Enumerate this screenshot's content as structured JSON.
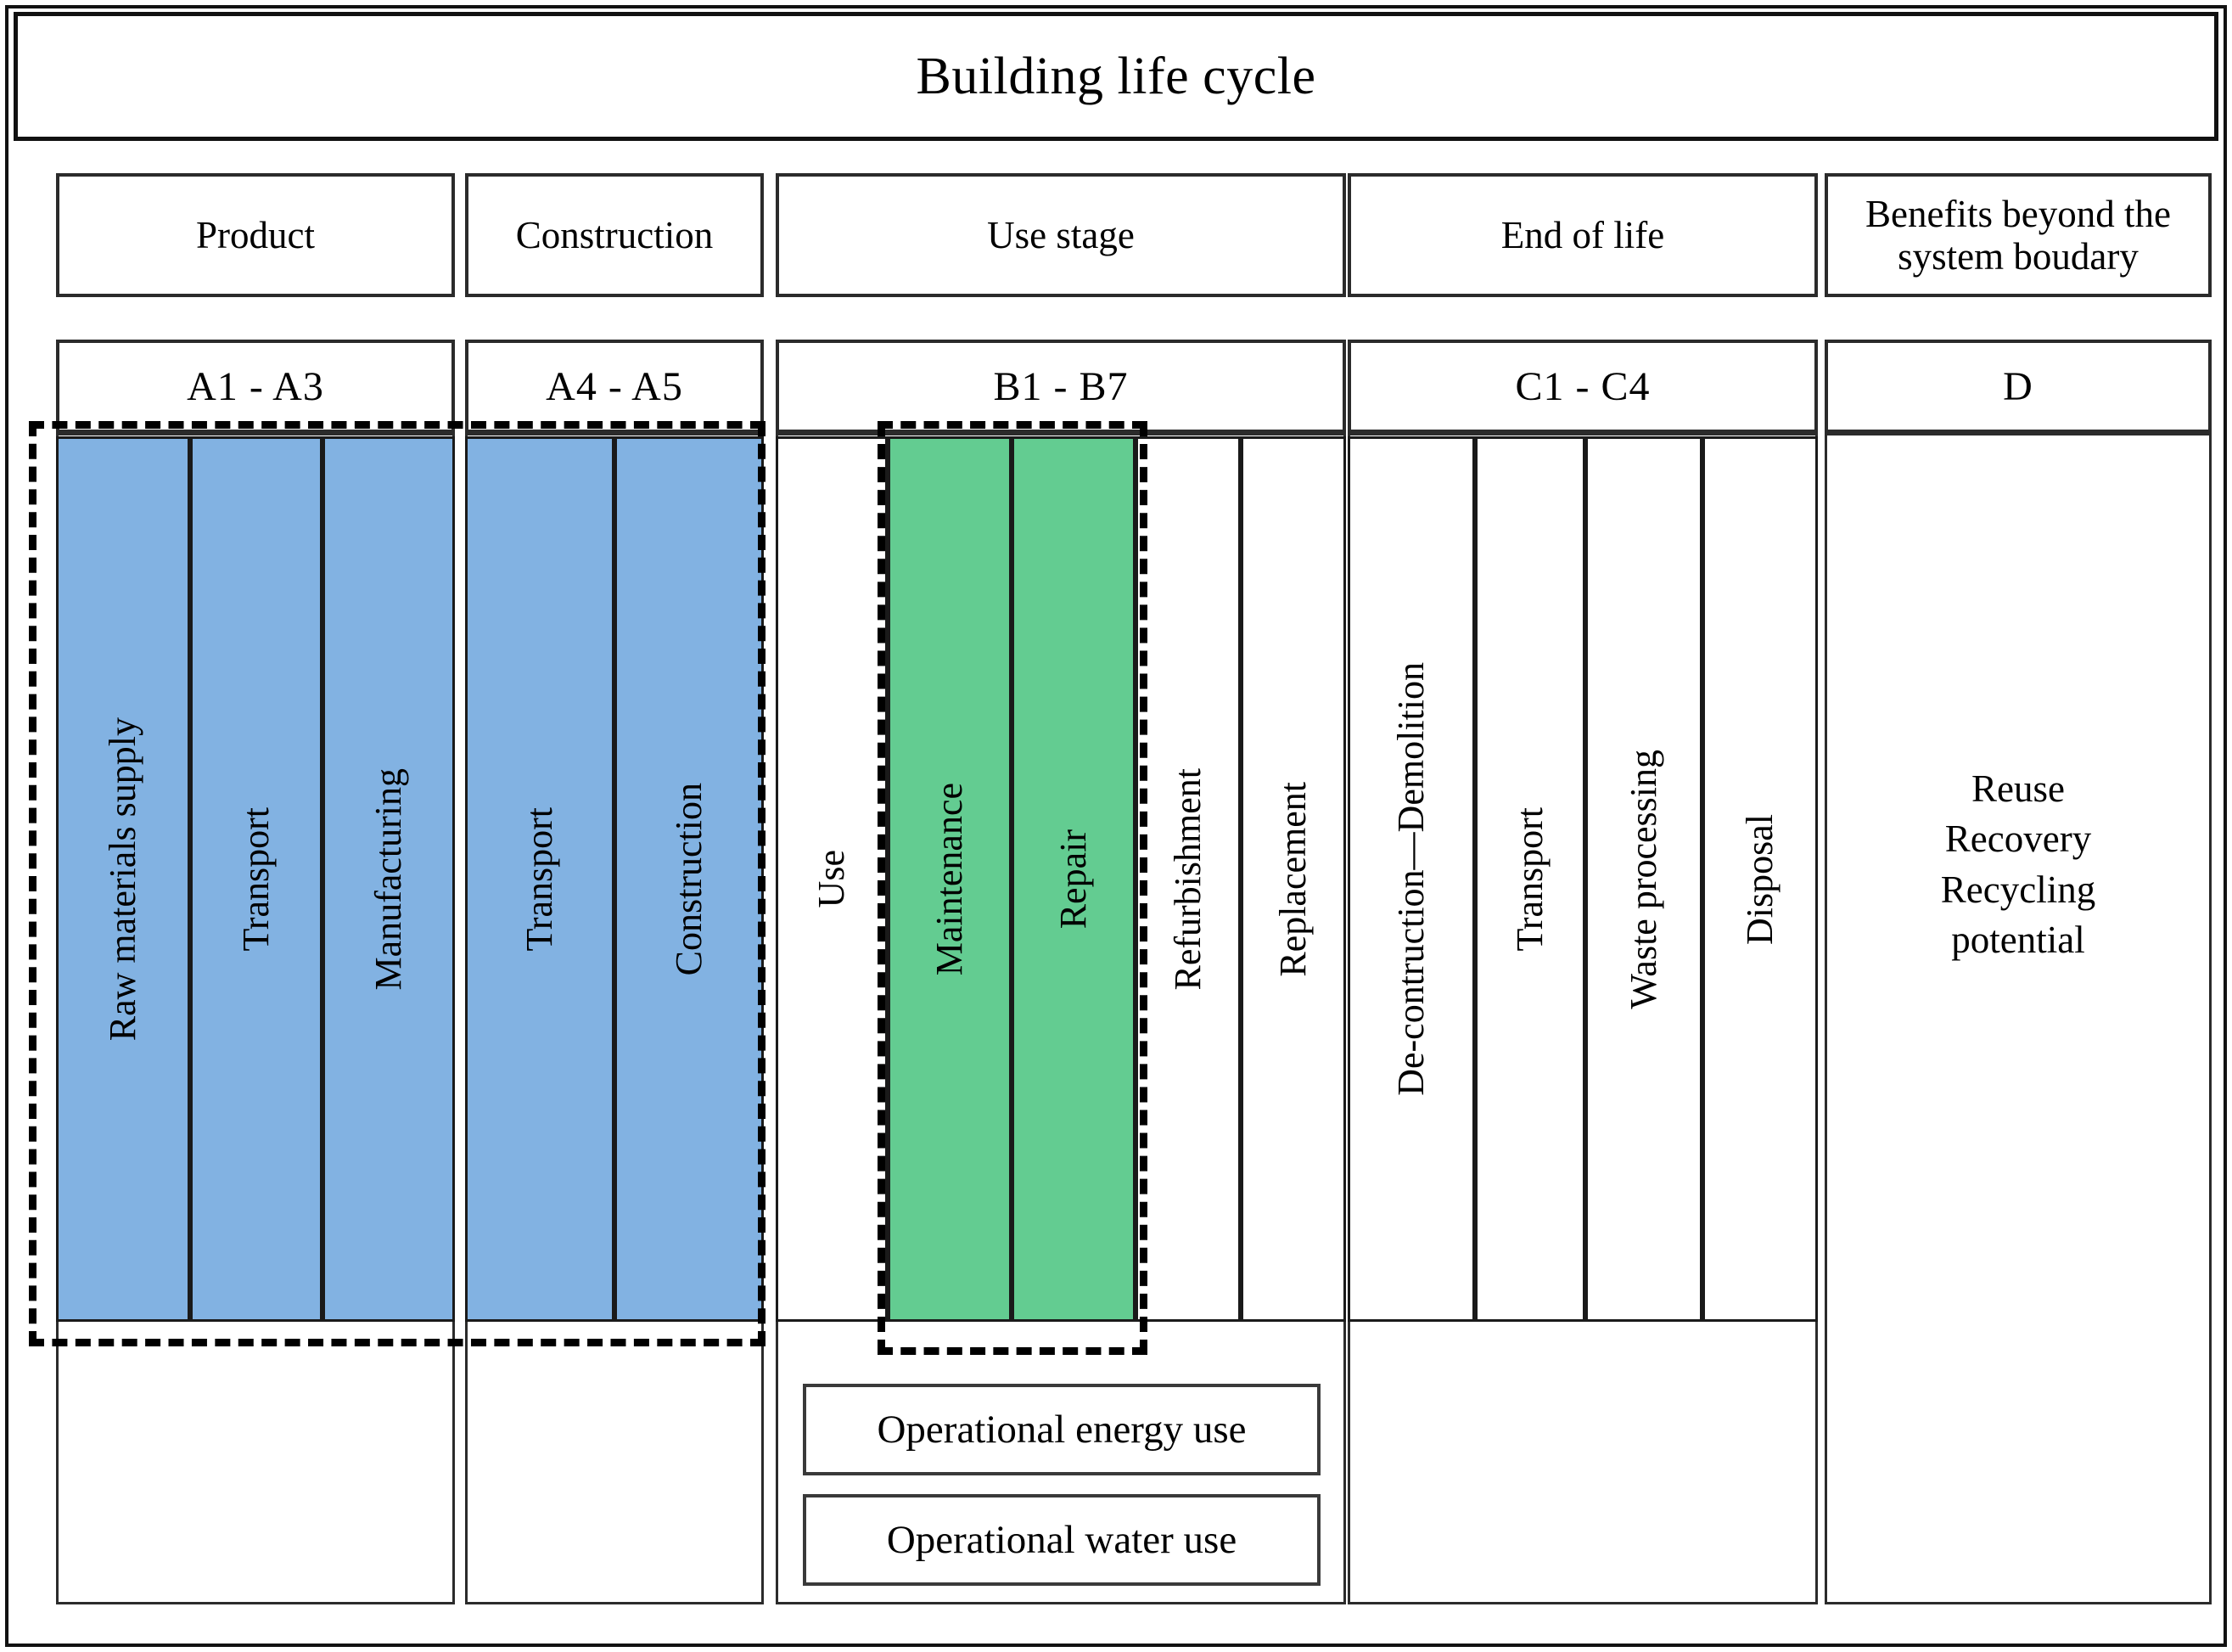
{
  "diagram": {
    "title": "Building life cycle",
    "stages": [
      {
        "name": "Product",
        "code": "A1 - A3",
        "modules": [
          "Raw materials supply",
          "Transport",
          "Manufacturing"
        ],
        "fill": "#82b2e2"
      },
      {
        "name": "Construction",
        "code": "A4 - A5",
        "modules": [
          "Transport",
          "Construction"
        ],
        "fill": "#82b2e2"
      },
      {
        "name": "Use stage",
        "code": "B1 - B7",
        "modules": [
          "Use",
          "Maintenance",
          "Repair",
          "Refurbishment",
          "Replacement"
        ],
        "fill": "#63cc91"
      },
      {
        "name": "End of life",
        "code": "C1 - C4",
        "modules": [
          "De-contruction—Demolition",
          "Transport",
          "Waste processing",
          "Disposal"
        ],
        "fill": "#ffffff"
      },
      {
        "name": "Benefits beyond the system boudary",
        "code": "D",
        "modules": [],
        "fill": "#ffffff"
      }
    ],
    "operational": [
      "Operational energy use",
      "Operational water use"
    ],
    "benefits_text": "Reuse\nRecovery\nRecycling\npotential",
    "benefits_lines": [
      "Reuse",
      "Recovery",
      "Recycling",
      "potential"
    ],
    "highlight": {
      "embodied_label": "",
      "embodied_fill": "#82b2e2",
      "maintenance_fill": "#63cc91",
      "boundary_style": "dashed"
    }
  }
}
